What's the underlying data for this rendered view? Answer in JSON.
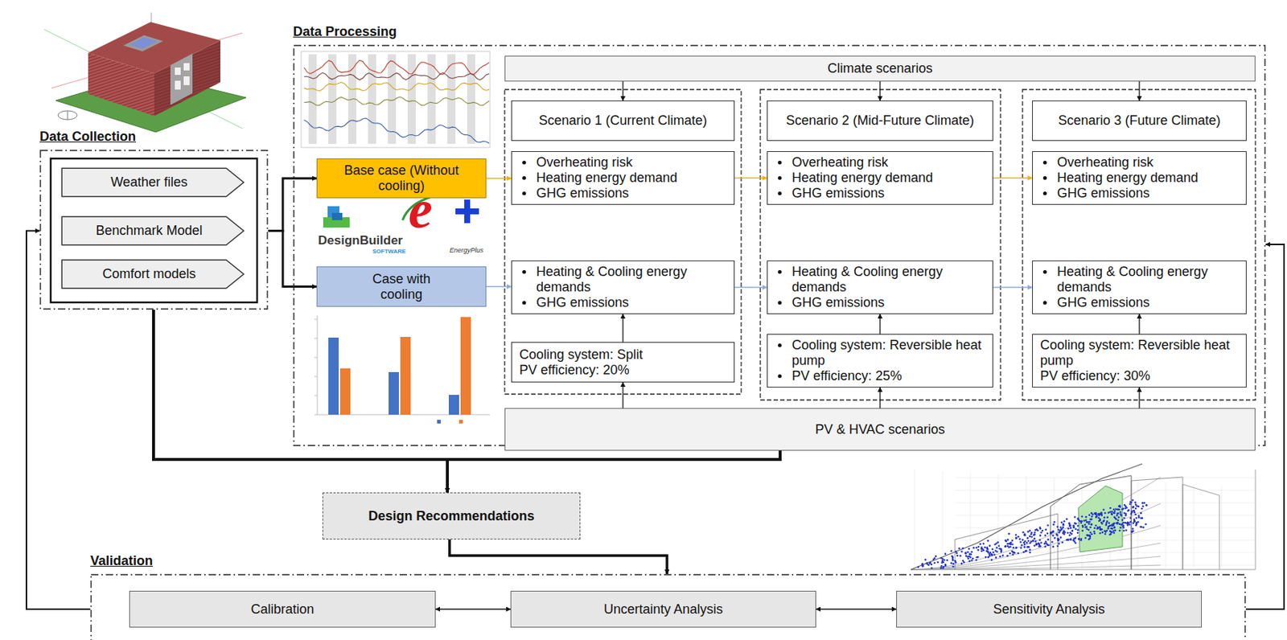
{
  "diagram": {
    "nodes": [
      {
        "text": [
          "Data Collection"
        ]
      },
      {
        "text": [
          "Weather files"
        ],
        "in": 0
      },
      {
        "text": [
          "Benchmark Model"
        ],
        "in": 0
      },
      {
        "text": [
          "Comfort models"
        ],
        "in": 0
      },
      {
        "text": [
          "Data Processing"
        ]
      },
      {
        "text": [
          "Base case (Without cooling)"
        ],
        "in": 4
      },
      {
        "text": [
          "Case with cooling"
        ],
        "in": 4
      },
      {
        "text": [
          "Climate scenarios"
        ],
        "in": 4
      },
      {
        "text": [
          "Scenario 1 (Current Climate)"
        ],
        "in": 4
      },
      {
        "text": [
          "Overheating risk",
          "Heating energy demand",
          "GHG emissions"
        ],
        "in": 4
      },
      {
        "text": [
          "Heating & Cooling energy demands",
          "GHG emissions"
        ],
        "in": 4
      },
      {
        "text": [
          "Cooling system: Split",
          "PV efficiency: 20%"
        ],
        "in": 4
      },
      {
        "text": [
          "Scenario 2 (Mid-Future Climate)"
        ],
        "in": 4
      },
      {
        "text": [
          "Overheating risk",
          "Heating energy demand",
          "GHG emissions"
        ],
        "in": 4
      },
      {
        "text": [
          "Heating & Cooling energy demands",
          "GHG emissions"
        ],
        "in": 4
      },
      {
        "text": [
          "Cooling system: Reversible heat pump",
          "PV efficiency: 25%"
        ],
        "in": 4
      },
      {
        "text": [
          "Scenario 3 (Future Climate)"
        ],
        "in": 4
      },
      {
        "text": [
          "Overheating risk",
          "Heating energy demand",
          "GHG emissions"
        ],
        "in": 4
      },
      {
        "text": [
          "Heating & Cooling energy demands",
          "GHG emissions"
        ],
        "in": 4
      },
      {
        "text": [
          "Cooling system: Reversible heat pump",
          "PV efficiency: 30%"
        ],
        "in": 4
      },
      {
        "text": [
          "PV & HVAC scenarios"
        ],
        "in": 4
      },
      {
        "text": [
          "Design Recommendations"
        ]
      },
      {
        "text": [
          "Validation"
        ]
      },
      {
        "text": [
          "Calibration"
        ],
        "in": 22
      },
      {
        "text": [
          "Uncertainty Analysis"
        ],
        "in": 22
      },
      {
        "text": [
          "Sensitivity Analysis"
        ],
        "in": 22
      }
    ],
    "edges": [
      {
        "from": 0,
        "to": 5,
        "arrow": "to"
      },
      {
        "from": 0,
        "to": 6,
        "arrow": "to"
      },
      {
        "from": 5,
        "to": 9,
        "arrow": "to"
      },
      {
        "from": 9,
        "to": 13,
        "arrow": "to"
      },
      {
        "from": 13,
        "to": 17,
        "arrow": "to"
      },
      {
        "from": 6,
        "to": 10,
        "arrow": "to"
      },
      {
        "from": 10,
        "to": 14,
        "arrow": "to"
      },
      {
        "from": 14,
        "to": 18,
        "arrow": "to"
      },
      {
        "from": 7,
        "to": 8,
        "arrow": "to"
      },
      {
        "from": 7,
        "to": 12,
        "arrow": "to"
      },
      {
        "from": 7,
        "to": 16,
        "arrow": "to"
      },
      {
        "from": 11,
        "to": 10,
        "arrow": "to"
      },
      {
        "from": 15,
        "to": 14,
        "arrow": "to"
      },
      {
        "from": 19,
        "to": 18,
        "arrow": "to"
      },
      {
        "from": 20,
        "to": 11,
        "arrow": "to"
      },
      {
        "from": 20,
        "to": 15,
        "arrow": "to"
      },
      {
        "from": 20,
        "to": 19,
        "arrow": "to"
      },
      {
        "from": 0,
        "to": 21,
        "arrow": "to"
      },
      {
        "from": 20,
        "to": 21,
        "arrow": "to"
      },
      {
        "from": 21,
        "to": 22,
        "arrow": "to"
      },
      {
        "from": 23,
        "to": 24,
        "arrow": "both"
      },
      {
        "from": 24,
        "to": 25,
        "arrow": "both"
      },
      {
        "from": 22,
        "to": 0,
        "arrow": "to"
      },
      {
        "from": 22,
        "to": 4,
        "arrow": "to"
      }
    ],
    "labels": [
      "DesignBuilder",
      "SOFTWARE",
      "e",
      "EnergyPlus"
    ]
  }
}
